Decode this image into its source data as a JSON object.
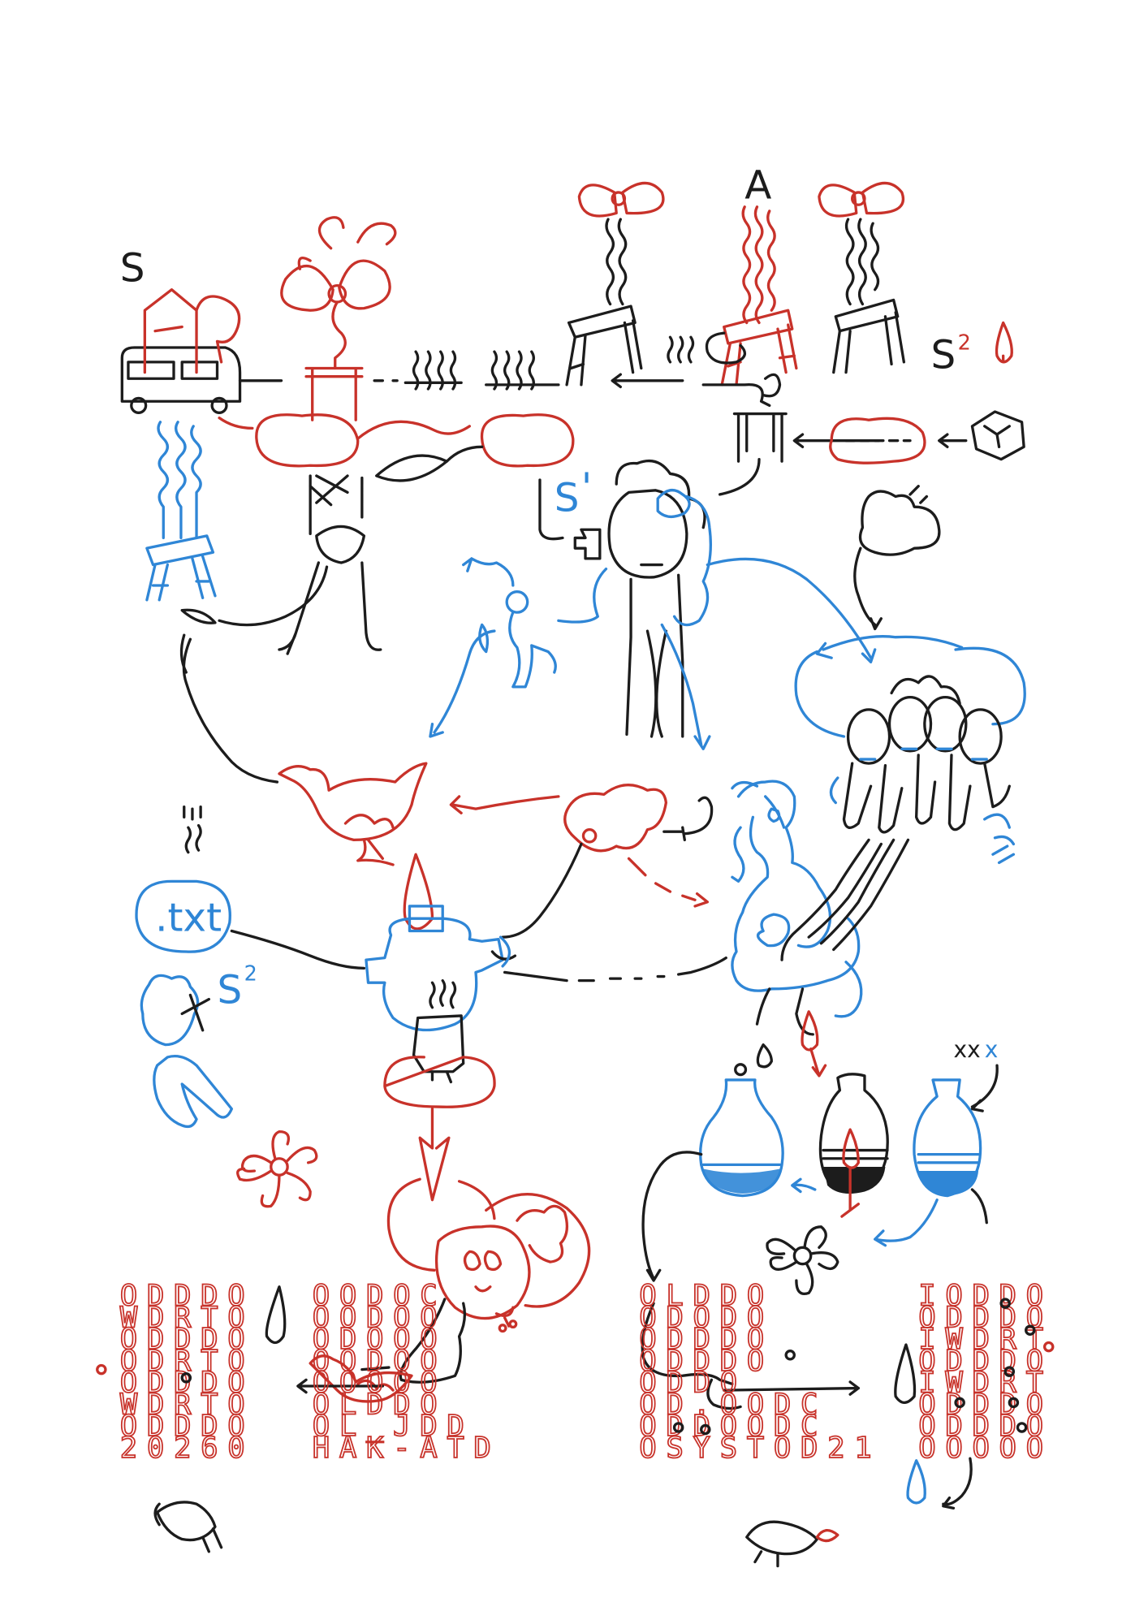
{
  "labels": {
    "s": "S",
    "s_squared_top": "S",
    "s_squared_top_exp": "2",
    "a": "A",
    "s_prime": "S",
    "s_prime_mark": "'",
    "txt_bubble": ".txt",
    "s_squared_left": "S",
    "s_squared_left_exp": "2",
    "xxx_black": "xx",
    "xxx_blue": "x"
  },
  "grids": {
    "left_red_rows": [
      "ODDDO",
      "WDRTO",
      "ODDDO",
      "ODRTO",
      "ODDDO",
      "WDRTO",
      "ODDDO",
      "20260"
    ],
    "mid_left_rows": [
      "OODOC",
      "OODOO",
      "ODOOO",
      "OODOO",
      "OOOOO",
      "OLDDO",
      "OL_JDD",
      "HAK-ATD"
    ],
    "mid_right_rows": [
      "OLDDO",
      "ODODO",
      "ODDDO",
      "ODDDO",
      "ODDO",
      "OD.OODC",
      "ODDOODC",
      "OSYSTOD21"
    ],
    "right_rows": [
      "IODDO",
      "ODDDO",
      "IWDRT",
      "ODDDO",
      "IWDRT",
      "ODDDO",
      "ODDDO",
      "OOOOO"
    ]
  },
  "colors": {
    "black_ink": "#1c1c1c",
    "red_ink": "#c8322a",
    "blue_ink": "#2f86d6",
    "paper": "#ffffff"
  }
}
